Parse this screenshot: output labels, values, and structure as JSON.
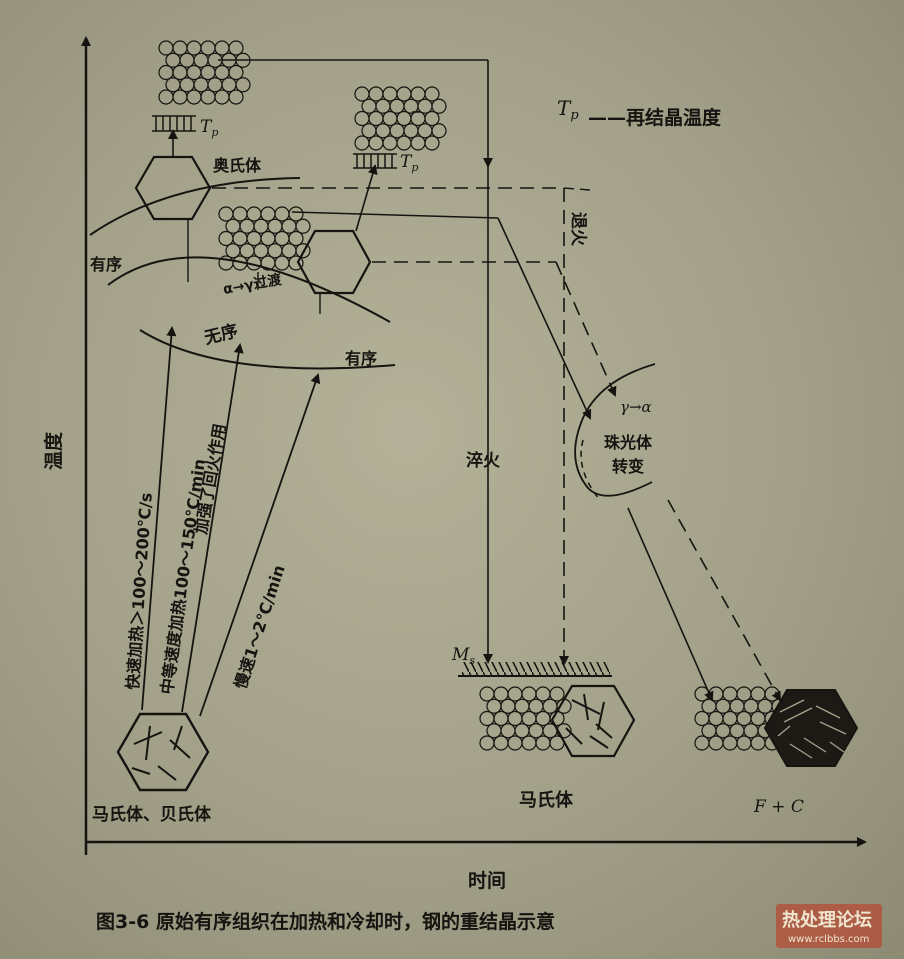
{
  "axes": {
    "y_label": "温度",
    "x_label": "时间"
  },
  "caption": "图3-6 原始有序组织在加热和冷却时，钢的重结晶示意",
  "legend": {
    "tp_symbol": "T",
    "tp_sub": "p",
    "tp_text": "——再结晶温度"
  },
  "labels": {
    "austenite": "奥氏体",
    "tp_symbol": "T",
    "tp_sub": "p",
    "ordered_upper": "有序",
    "ordered_lower": "有序",
    "disordered": "无序",
    "transition": "α→γ过渡",
    "start_structure": "马氏体、贝氏体",
    "martensite": "马氏体",
    "fc": "F + C",
    "ms": "M",
    "ms_sub": "s",
    "quench": "淬火",
    "anneal": "退火",
    "pearlite_line1": "珠光体",
    "pearlite_line2": "转变",
    "gamma_alpha": "γ→α"
  },
  "heating_paths": {
    "fast": "快速加热＞100～200℃/s",
    "medium_line1": "中等速度加热100～150℃/min",
    "medium_line2": "加强了回火作用",
    "slow": "慢速1～2℃/min"
  },
  "watermark": {
    "title": "热处理论坛",
    "url": "www.rclbbs.com"
  }
}
